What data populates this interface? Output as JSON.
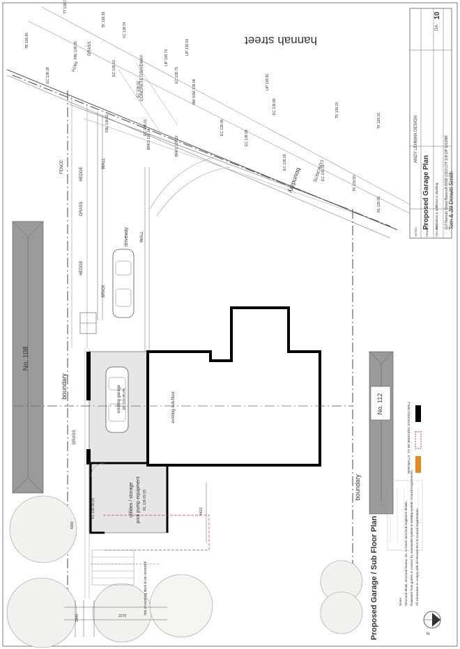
{
  "street": {
    "name": "hannah street"
  },
  "lots": {
    "left": "No. 108",
    "right": "No. 112"
  },
  "sheet": {
    "client": "Tom & Jill Drewitt Smith",
    "address": "110 Hannah Street Beecroft NSW 2119 LOT 108 DP 12228M",
    "project_label": "PROJECT",
    "project_desc": "Alterations & additions to dwelling",
    "drawing_label": "DRAWING",
    "drawing_title": "Proposed Garage Plan",
    "firm": "ANDY LEHMAN DESIGN",
    "sheet_no": "10",
    "sheet_prefix": "DA",
    "notes_label": "NOTES"
  },
  "plan_title": "Proposed Garage / Sub Floor Plan",
  "legend": {
    "existing": "EXISTING WALL",
    "removed": "TO BE REMOVED",
    "new": "NEW WALLS",
    "colors": {
      "existing": "#000000",
      "removed": "#e23030",
      "new": "#e58a1f"
    }
  },
  "labels": {
    "hannah": "hannah street",
    "boundary_top": "boundary",
    "boundary_left": "boundary",
    "boundary_bottom": "boundary",
    "fence": "FENCE",
    "hedge1": "HEDGE",
    "hedge2": "HEDGE",
    "grass1": "GRASS",
    "grass2": "GRASS",
    "grass3": "GRASS",
    "wall1": "WALL",
    "wall2": "WALL",
    "brick": "BRICK",
    "driveway": "driveway",
    "conc_driveway": "CONCRETE DRIVEWAY",
    "concrete": "CONCRETE",
    "path": "PATH",
    "existing_garage": "existing garage",
    "existing_garage_rl": "RL 133.85 (ff)",
    "existing_subfloor": "existing sub-floor",
    "utilities": "utilities / storage",
    "pool_pump": "pool pump equipment",
    "utilities_rl": "RL 136.69 (ff)",
    "deck": "line of existing deck to be removed",
    "rl_138": "RL 138.38 (ff)",
    "dim_4410": "4410",
    "dim_1400": "1400",
    "dim_2275": "2275",
    "dim_4000": "4000",
    "north": "N"
  },
  "notes": [
    "Notes",
    "Structural detail, structural beams, etc. to future structural engineers details.",
    "Rainwater from gutters to connect by stormwater system to existing system. Council requirements.",
    "All stormwater to comply with all relevant BCA & Council requirements."
  ]
}
